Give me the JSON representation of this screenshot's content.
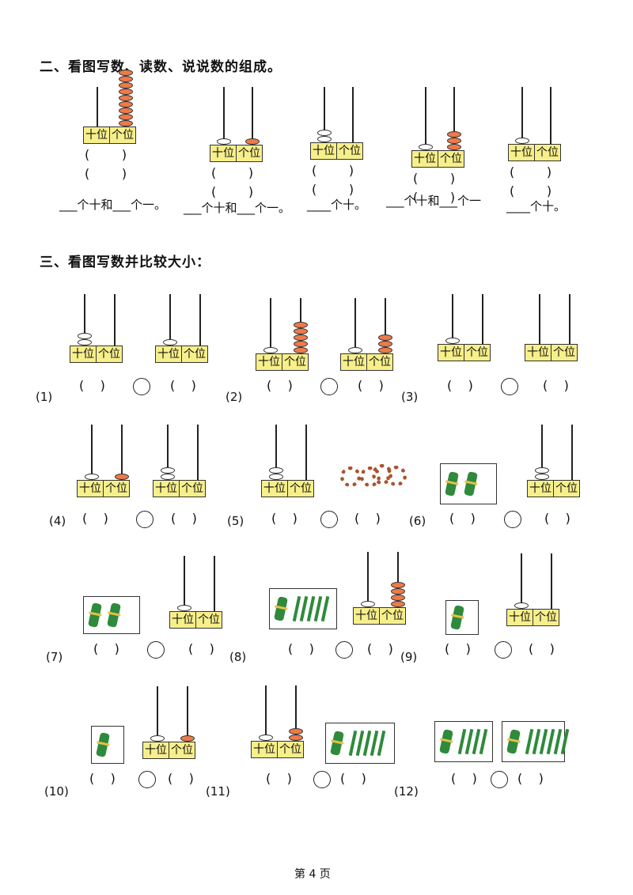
{
  "section2": {
    "heading": "二、看图写数、读数、说说数的组成。",
    "place_tens": "十位",
    "place_ones": "个位",
    "paren": "(        )",
    "blanks": [
      "___个十和___个一。",
      "___个十和___个一。",
      "____个十。",
      "___个十和___个一",
      "____个十。"
    ]
  },
  "section3": {
    "heading": "三、看图写数并比较大小：",
    "place_tens": "十位",
    "place_ones": "个位",
    "paren": "(    )",
    "indices": [
      "(1)",
      "(2)",
      "(3)",
      "(4)",
      "(5)",
      "(6)",
      "(7)",
      "(8)",
      "(9)",
      "(10)",
      "(11)",
      "(12)"
    ]
  },
  "footer": {
    "page": "第 4 页"
  },
  "colors": {
    "label_bg": "#f7ef8a",
    "bead_orange": "#ee7a4a",
    "bundle_green": "#2f8a3c"
  }
}
